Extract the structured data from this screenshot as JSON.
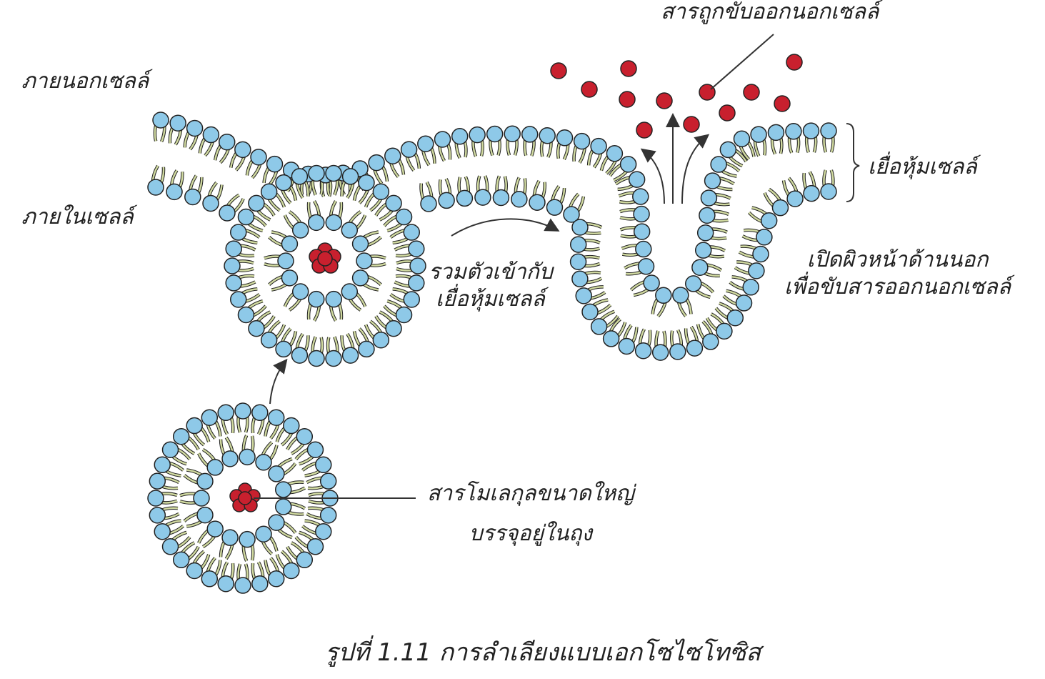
{
  "labels": {
    "secreted": "สารถูกขับออกนอกเซลล์",
    "outside_cell": "ภายนอกเซลล์",
    "inside_cell": "ภายในเซลล์",
    "membrane": "เยื่อหุ้มเซลล์",
    "fuse_line1": "รวมตัวเข้ากับ",
    "fuse_line2": "เยื่อหุ้มเซลล์",
    "open_line1": "เปิดผิวหน้าด้านนอก",
    "open_line2": "เพื่อขับสารออกนอกเซลล์",
    "cargo_line1": "สารโมเลกุลขนาดใหญ่",
    "cargo_line2": "บรรจุอยู่ในถุง"
  },
  "caption": "รูปที่ 1.11 การลำเลียงแบบเอกโซไซโทซิส",
  "colors": {
    "head": "#8ec9e8",
    "tail": "#cfd89f",
    "cargo": "#c8202e",
    "outline": "#222222"
  }
}
